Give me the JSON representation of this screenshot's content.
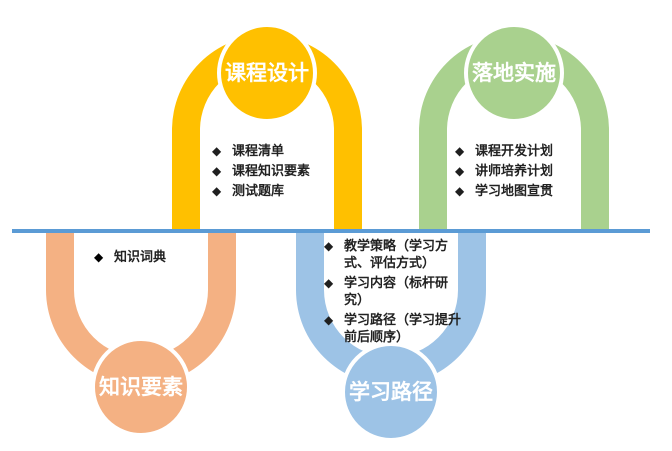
{
  "colors": {
    "yellow": "#FFC000",
    "green": "#A9D18E",
    "orange": "#F4B183",
    "blue": "#9DC3E6",
    "line": "#5B9BD5",
    "text": "#222222"
  },
  "nodes": {
    "course_design": {
      "label": "课程设计",
      "items": [
        "课程清单",
        "课程知识要素",
        "测试题库"
      ]
    },
    "implementation": {
      "label": "落地实施",
      "items": [
        "课程开发计划",
        "讲师培养计划",
        "学习地图宣贯"
      ]
    },
    "knowledge_elements": {
      "label": "知识要素",
      "items": [
        "知识词典"
      ]
    },
    "learning_path": {
      "label": "学习路径",
      "items": [
        "教学策略（学习方式、评估方式）",
        "学习内容（标杆研究）",
        "学习路径（学习提升前后顺序）"
      ]
    }
  },
  "bullet_glyph": "◆"
}
